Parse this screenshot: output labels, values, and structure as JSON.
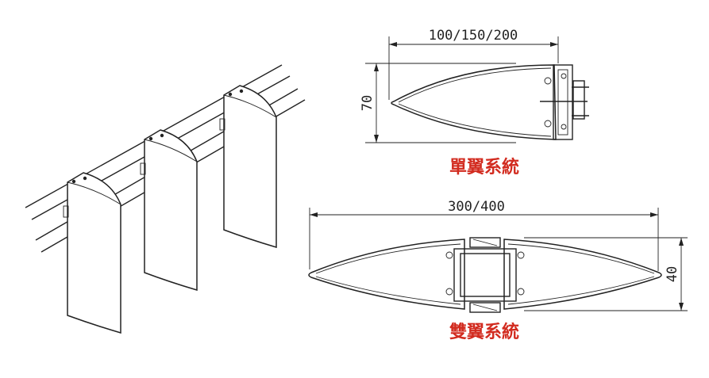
{
  "single_wing": {
    "width_label": "100/150/200",
    "height_label": "70",
    "caption": "單翼系統"
  },
  "double_wing": {
    "width_label": "300/400",
    "height_label": "40",
    "caption": "雙翼系統"
  },
  "colors": {
    "caption_red": "#d22b1f",
    "line": "#222222"
  }
}
